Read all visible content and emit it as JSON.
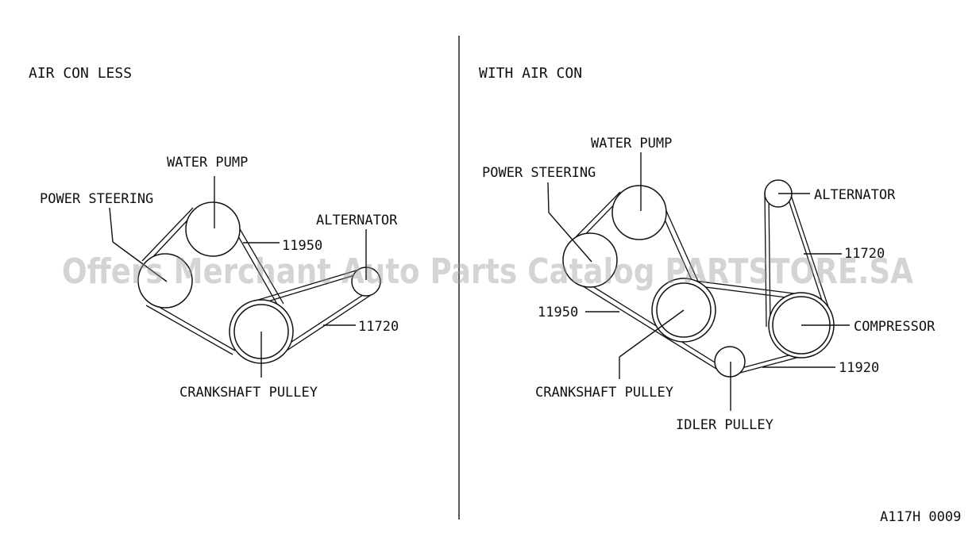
{
  "left_panel": {
    "title": "AIR CON LESS",
    "labels": {
      "water_pump": "WATER PUMP",
      "power_steering": "POWER STEERING",
      "alternator": "ALTERNATOR",
      "belt_11950": "11950",
      "belt_11720": "11720",
      "crankshaft_pulley": "CRANKSHAFT PULLEY"
    }
  },
  "right_panel": {
    "title": "WITH AIR CON",
    "labels": {
      "water_pump": "WATER PUMP",
      "power_steering": "POWER STEERING",
      "alternator": "ALTERNATOR",
      "belt_11720": "11720",
      "belt_11950": "11950",
      "compressor": "COMPRESSOR",
      "belt_11920": "11920",
      "crankshaft_pulley": "CRANKSHAFT PULLEY",
      "idler_pulley": "IDLER PULLEY"
    }
  },
  "watermark": "Offers Merchant Auto Parts Catalog PARTSTORE.SA",
  "figure_code": "A117H 0009"
}
